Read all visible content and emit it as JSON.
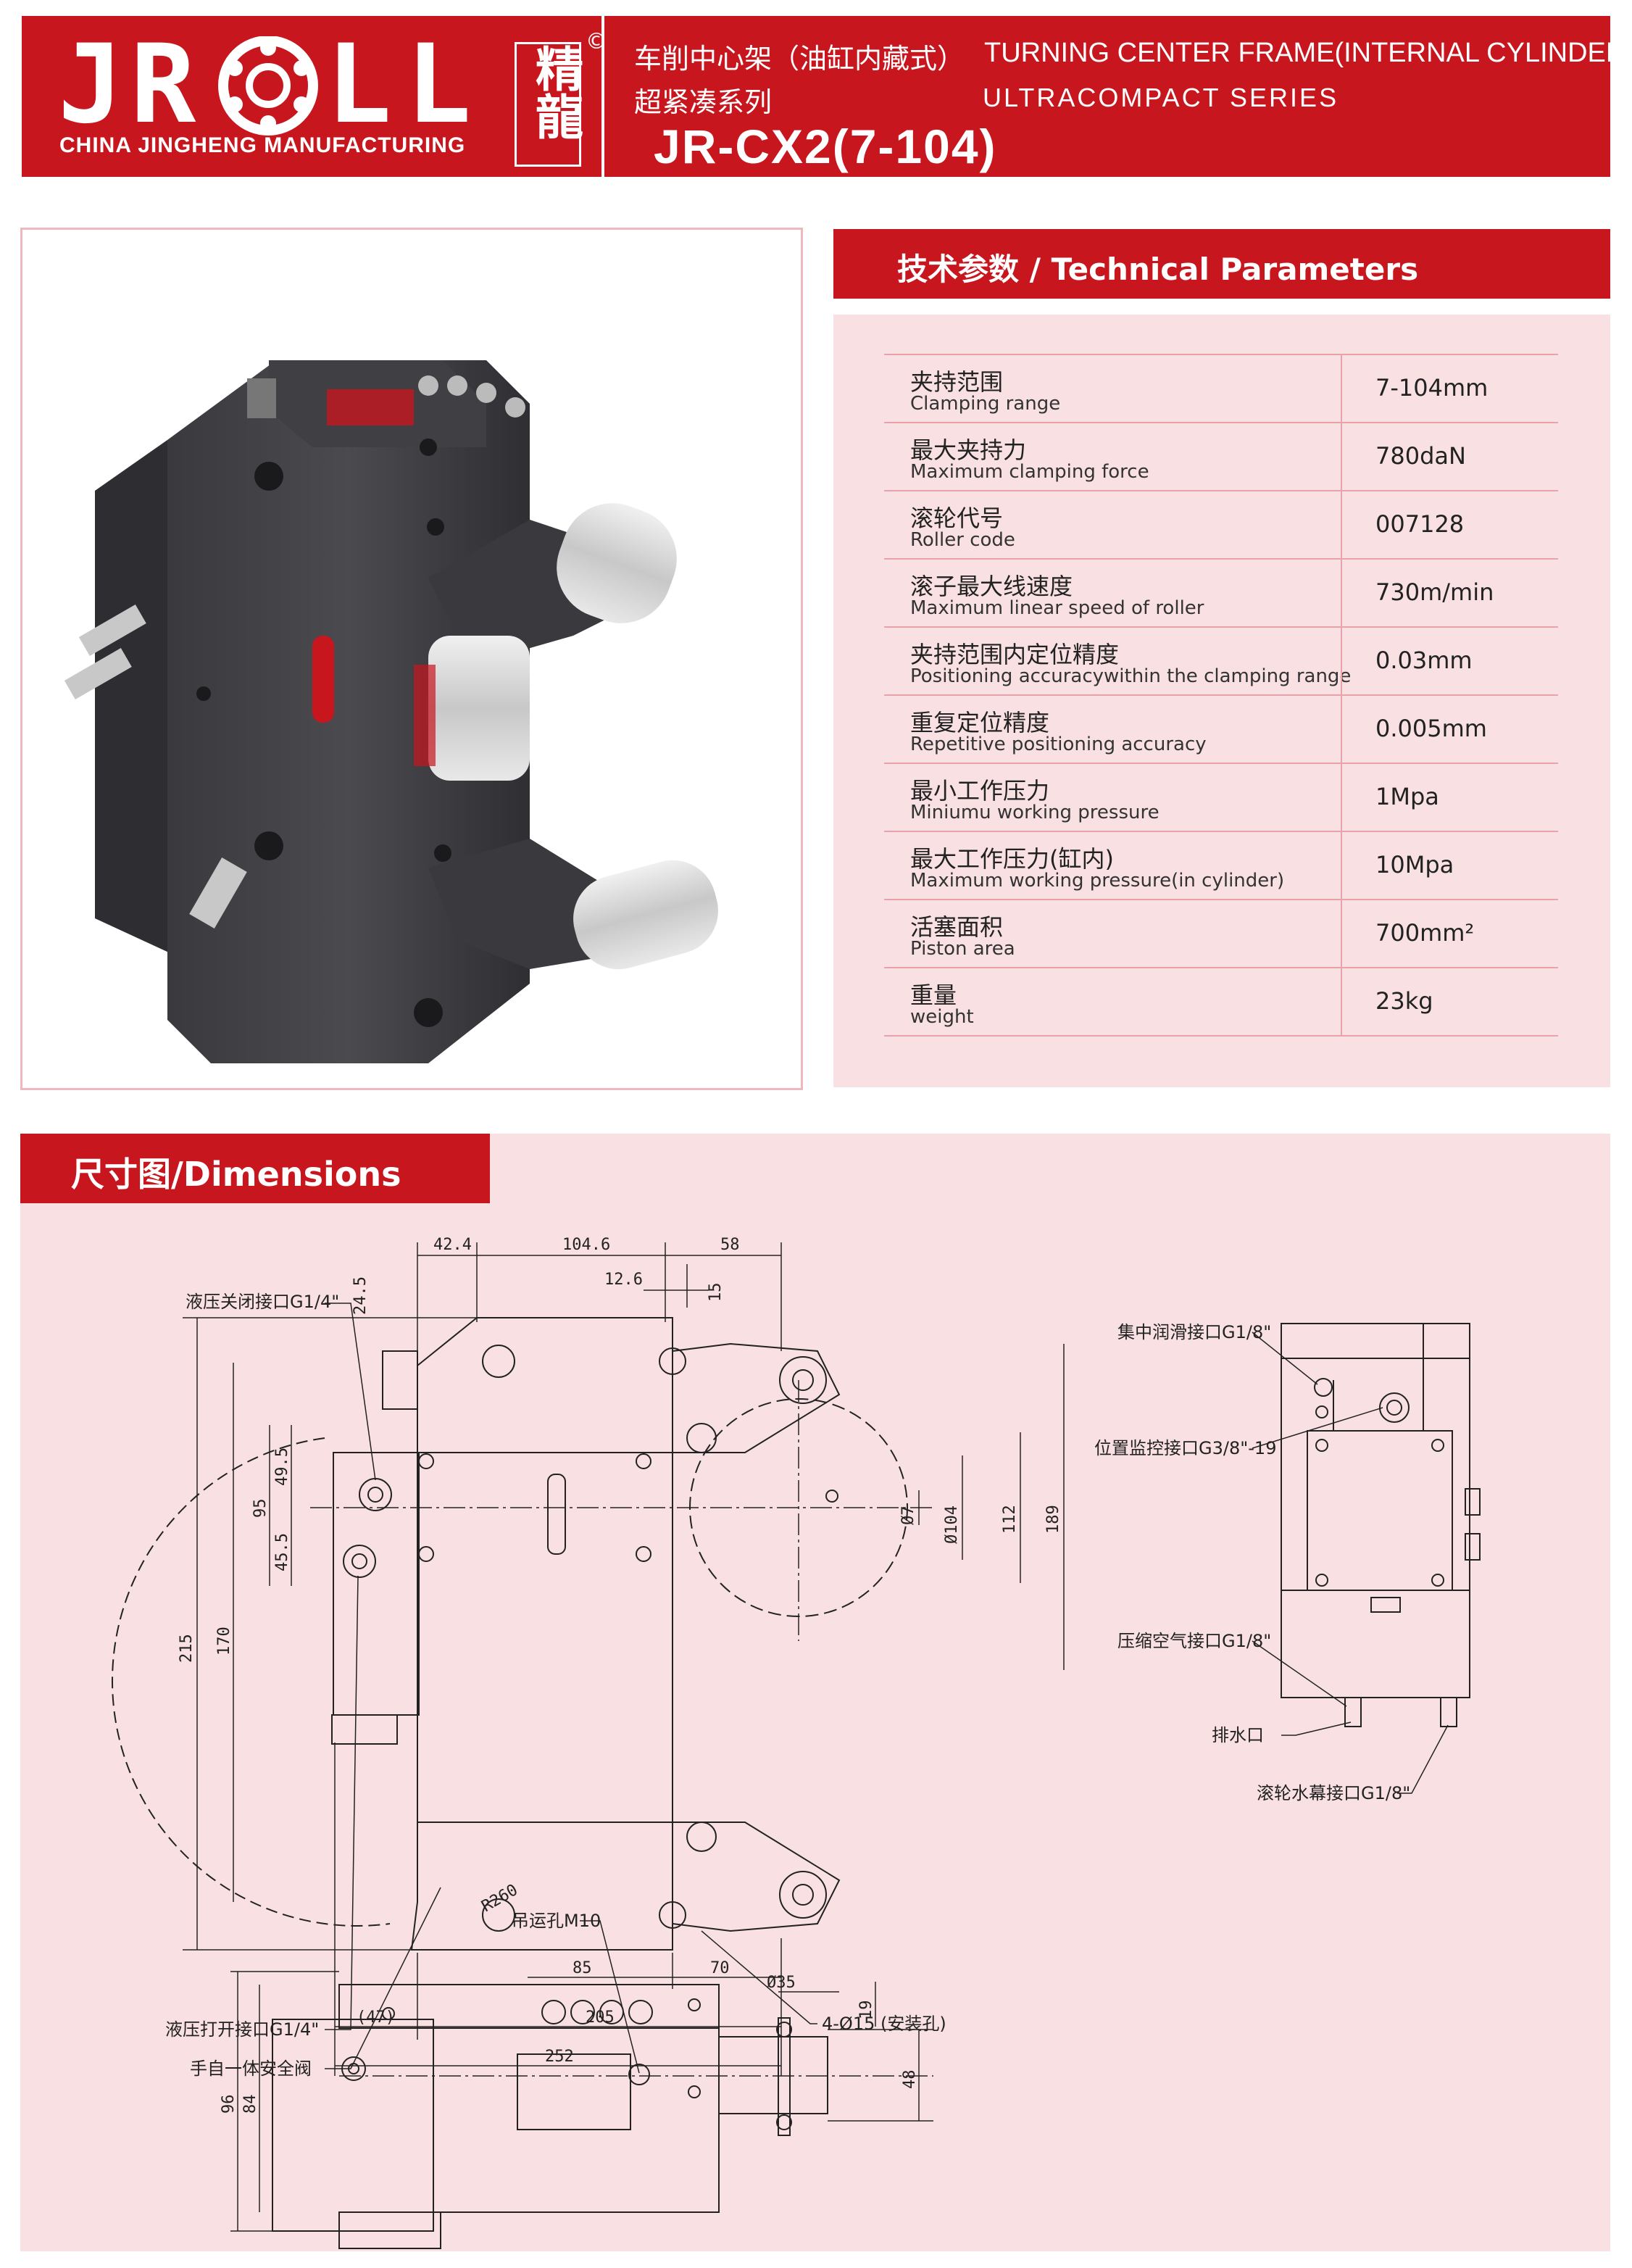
{
  "header": {
    "logo_letters": [
      "J",
      "R",
      "L",
      "L"
    ],
    "logo_chinese": "精龍",
    "logo_registered": "©",
    "logo_subtitle": "CHINA JINGHENG MANUFACTURING",
    "title_cn_line1": "车削中心架（油缸内藏式）",
    "title_en_line1": "TURNING CENTER FRAME(INTERNAL CYLINDER)",
    "title_cn_line2": "超紧凑系列",
    "title_en_line2": "ULTRACOMPACT SERIES",
    "model": "JR-CX2(7-104)",
    "brand_color": "#c8161e"
  },
  "parameters": {
    "title": "技术参数 / Technical Parameters",
    "rows": [
      {
        "cn": "夹持范围",
        "en": "Clamping range",
        "value": "7-104mm"
      },
      {
        "cn": "最大夹持力",
        "en": "Maximum clamping force",
        "value": "780daN"
      },
      {
        "cn": "滚轮代号",
        "en": "Roller code",
        "value": "007128"
      },
      {
        "cn": "滚子最大线速度",
        "en": "Maximum linear speed of roller",
        "value": "730m/min"
      },
      {
        "cn": "夹持范围内定位精度",
        "en": "Positioning accuracywithin the clamping range",
        "value": "0.03mm"
      },
      {
        "cn": "重复定位精度",
        "en": "Repetitive positioning accuracy",
        "value": "0.005mm"
      },
      {
        "cn": "最小工作压力",
        "en": "Miniumu working pressure",
        "value": "1Mpa"
      },
      {
        "cn": "最大工作压力(缸内)",
        "en": "Maximum working pressure(in cylinder)",
        "value": "10Mpa"
      },
      {
        "cn": "活塞面积",
        "en": "Piston area",
        "value": "700mm²"
      },
      {
        "cn": "重量",
        "en": "weight",
        "value": "23kg"
      }
    ]
  },
  "dimensions": {
    "title": "尺寸图/Dimensions",
    "front_view": {
      "dims_top": [
        "42.4",
        "104.6",
        "58",
        "12.6",
        "24.5",
        "15"
      ],
      "dims_left": [
        "215",
        "170",
        "95",
        "49.5",
        "45.5"
      ],
      "dims_right": [
        "Ø7",
        "Ø104",
        "112",
        "189"
      ],
      "dims_bottom": [
        "85",
        "70",
        "(47)",
        "205",
        "252"
      ],
      "radius": "R260",
      "labels": {
        "hyd_close": "液压关闭接口G1/4\"",
        "hyd_open": "液压打开接口G1/4\"",
        "safety_valve": "手自一体安全阀",
        "mount_holes": "4-Ø15 (安装孔)"
      }
    },
    "side_view": {
      "labels": {
        "lube": "集中润滑接口G1/8\"",
        "position": "位置监控接口G3/8\"-19",
        "air": "压缩空气接口G1/8\"",
        "drain": "排水口",
        "curtain": "滚轮水幕接口G1/8\""
      }
    },
    "top_view": {
      "lift_hole": "吊运孔M10",
      "dims": [
        "Ø35",
        "19",
        "48",
        "96",
        "84"
      ]
    }
  }
}
